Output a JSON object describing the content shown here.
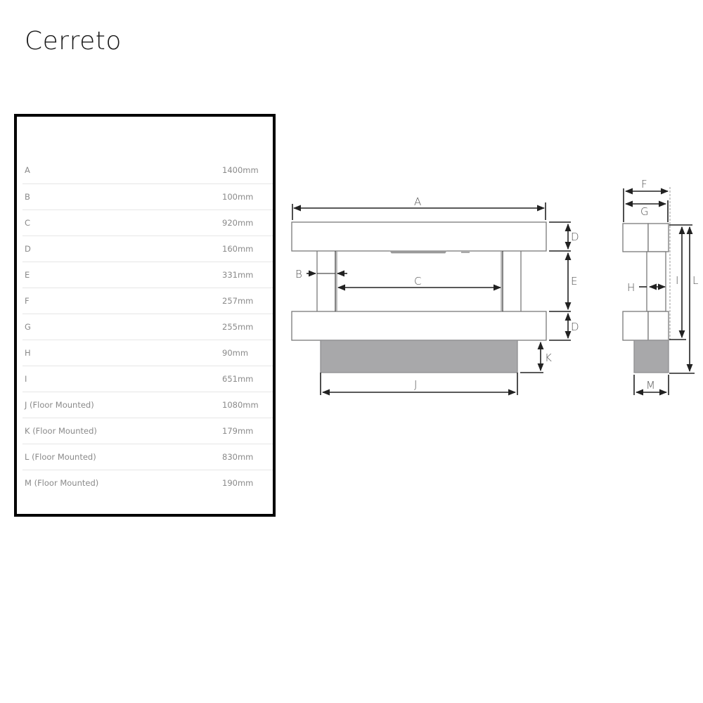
{
  "page": {
    "title": "Cerreto"
  },
  "spec_table": {
    "rows": [
      {
        "label": "A",
        "value": "1400mm"
      },
      {
        "label": "B",
        "value": "100mm"
      },
      {
        "label": "C",
        "value": "920mm"
      },
      {
        "label": "D",
        "value": "160mm"
      },
      {
        "label": "E",
        "value": "331mm"
      },
      {
        "label": "F",
        "value": "257mm"
      },
      {
        "label": "G",
        "value": "255mm"
      },
      {
        "label": "H",
        "value": "90mm"
      },
      {
        "label": "I",
        "value": "651mm"
      },
      {
        "label": "J (Floor Mounted)",
        "value": "1080mm"
      },
      {
        "label": "K (Floor Mounted)",
        "value": "179mm"
      },
      {
        "label": "L (Floor Mounted)",
        "value": "830mm"
      },
      {
        "label": "M (Floor Mounted)",
        "value": "190mm"
      }
    ]
  },
  "diagram": {
    "front_view": {
      "labels": {
        "A": "A",
        "B": "B",
        "C": "C",
        "D_top": "D",
        "E": "E",
        "D_bottom": "D",
        "J": "J",
        "K": "K"
      }
    },
    "side_view": {
      "labels": {
        "F": "F",
        "G": "G",
        "H": "H",
        "I": "I",
        "L": "L",
        "M": "M"
      }
    },
    "colors": {
      "outline": "#7a7a7a",
      "dimension": "#222222",
      "plinth": "#a8a8aa"
    }
  }
}
